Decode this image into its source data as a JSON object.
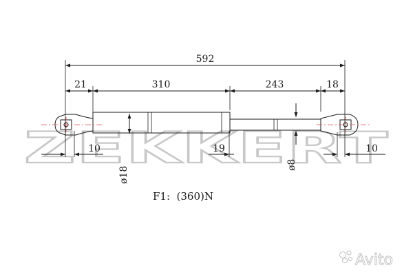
{
  "watermark": {
    "brand": "ZEKKERT",
    "site": "Avito"
  },
  "dimensions": {
    "overall": "592",
    "left_end": "21",
    "body": "310",
    "rod": "243",
    "right_end": "18",
    "left_eye": "10",
    "body_end": "19",
    "right_eye": "10",
    "body_diameter": "ø18",
    "rod_diameter": "ø8"
  },
  "force_label": "F1:  (360)N",
  "colors": {
    "line": "#1a1a1a",
    "watermark": "#c8c8c8",
    "centerline": "#d9534f"
  }
}
